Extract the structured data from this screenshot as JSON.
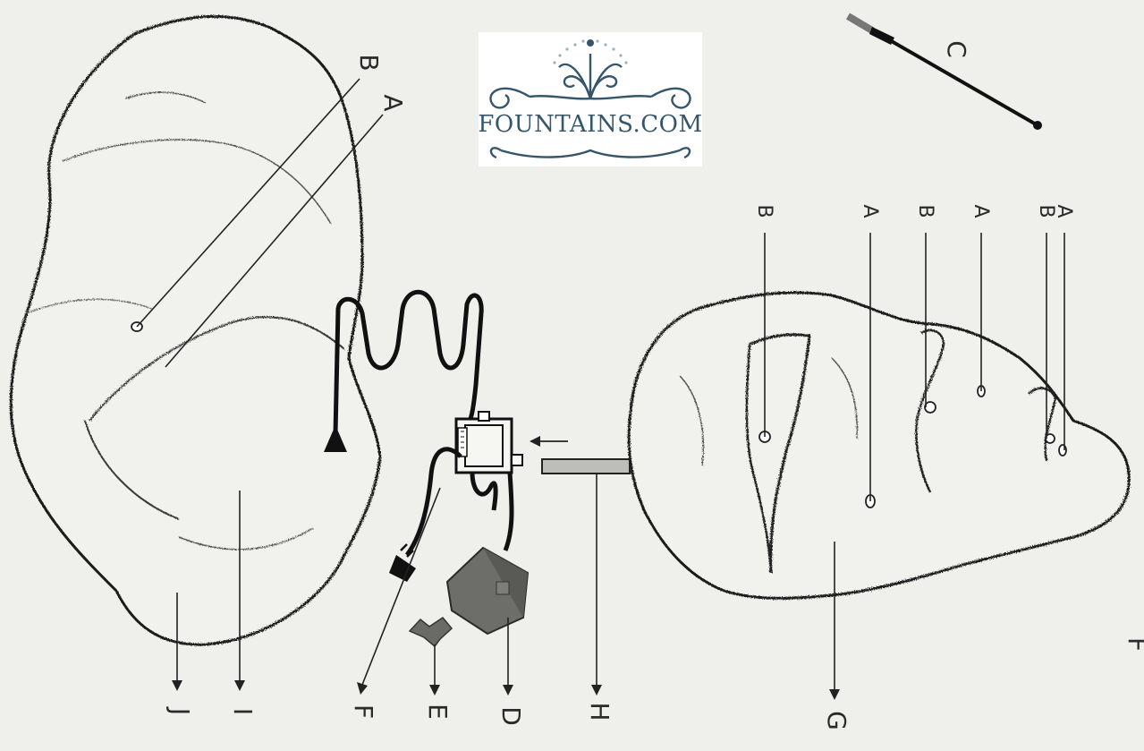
{
  "logo": {
    "text": "FOUNTAINS.COM",
    "color": "#35556b"
  },
  "left_rock": {
    "labels": {
      "B": "B",
      "A": "A",
      "I": "I",
      "J": "J"
    }
  },
  "right_rock": {
    "labels": [
      "B",
      "A",
      "B",
      "A",
      "B",
      "A"
    ],
    "G": "G"
  },
  "parts": {
    "C": "C",
    "D": "D",
    "E": "E",
    "F": "F",
    "H": "H"
  },
  "edge_text": "F"
}
